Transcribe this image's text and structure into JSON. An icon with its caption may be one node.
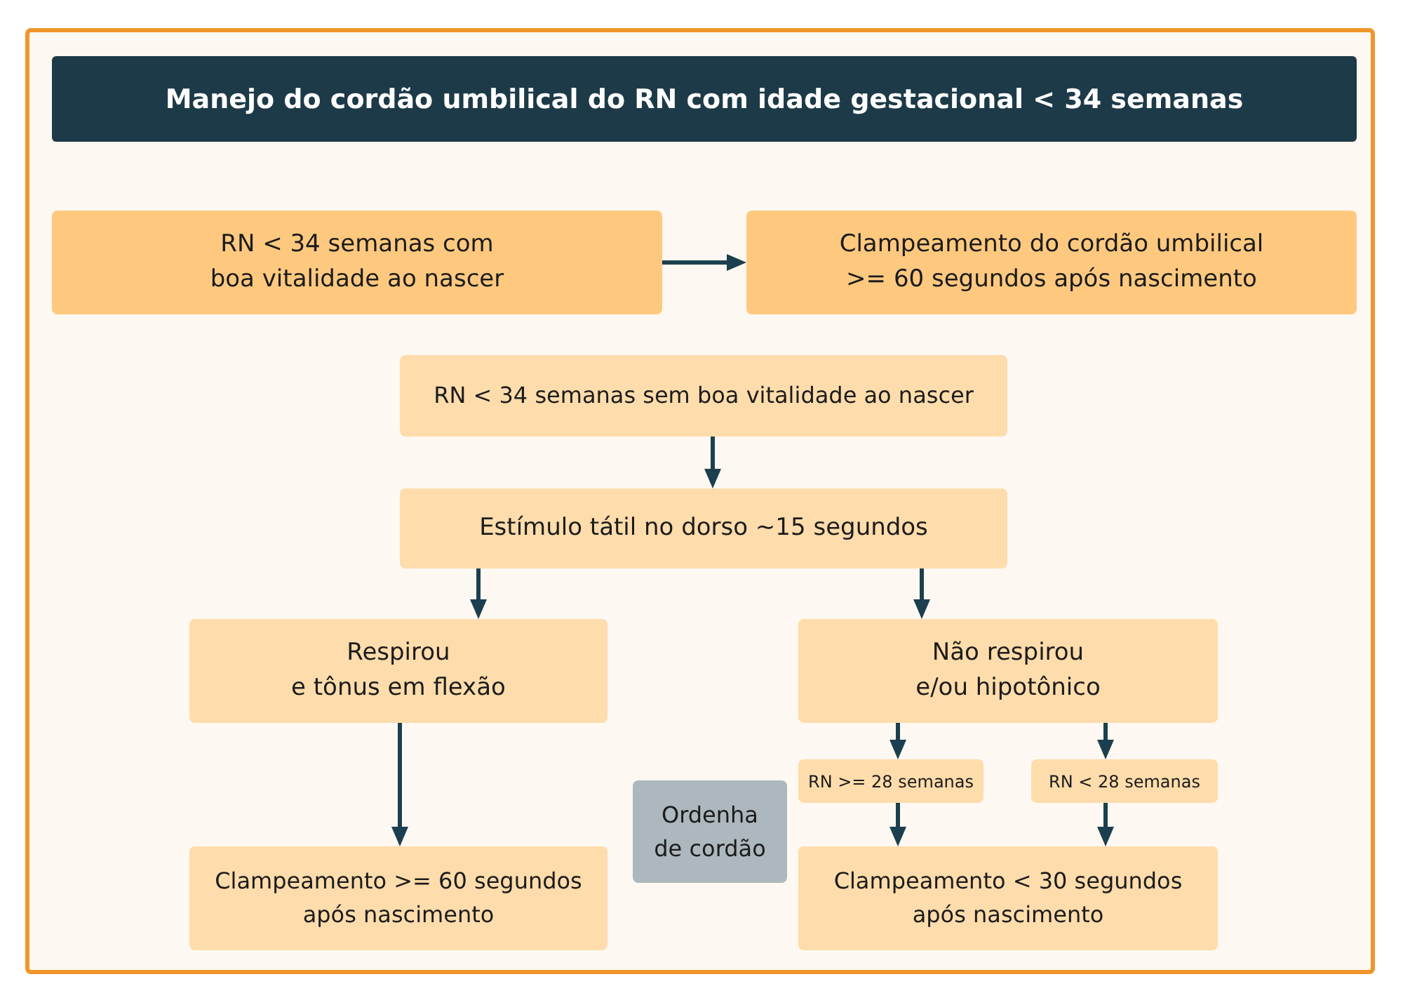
{
  "diagram": {
    "title": "Manejo do cordão umbilical do RN com idade gestacional < 34 semanas",
    "nodes": [
      {
        "text": [
          "RN < 34 semanas com boa vitalidade ao nascer"
        ]
      },
      {
        "text": [
          "Clampeamento do cordão umbilical >= 60 segundos após nascimento"
        ]
      },
      {
        "text": [
          "RN < 34 semanas sem boa vitalidade ao nascer"
        ]
      },
      {
        "text": [
          "Estímulo tátil no dorso ~15 segundos"
        ]
      },
      {
        "text": [
          "Respirou e tônus em flexão"
        ]
      },
      {
        "text": [
          "Não respirou e/ou hipotônico"
        ]
      },
      {
        "text": [
          "RN >= 28 semanas"
        ]
      },
      {
        "text": [
          "RN < 28 semanas"
        ]
      },
      {
        "text": [
          "Ordenha de cordão"
        ]
      },
      {
        "text": [
          "Clampeamento >= 60 segundos após nascimento"
        ]
      },
      {
        "text": [
          "Clampeamento < 30 segundos após nascimento"
        ]
      }
    ],
    "edges": [
      {
        "from": 0,
        "to": 1,
        "arrow": "to"
      },
      {
        "from": 2,
        "to": 3,
        "arrow": "to"
      },
      {
        "from": 3,
        "to": 4,
        "arrow": "to"
      },
      {
        "from": 3,
        "to": 5,
        "arrow": "to"
      },
      {
        "from": 4,
        "to": 9,
        "arrow": "to"
      },
      {
        "from": 5,
        "to": 6,
        "arrow": "to"
      },
      {
        "from": 5,
        "to": 7,
        "arrow": "to"
      },
      {
        "from": 6,
        "to": 10,
        "arrow": "to"
      },
      {
        "from": 7,
        "to": 10,
        "arrow": "to"
      }
    ]
  }
}
